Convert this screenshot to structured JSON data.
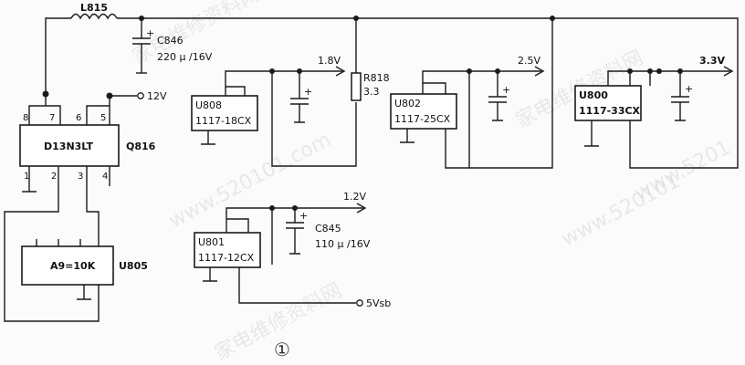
{
  "components": {
    "inductor": "L815",
    "c846": "C846",
    "c846_value": "220 μ /16V",
    "q816": "Q816",
    "q816_part": "D13N3LT",
    "u805": "U805",
    "u805_part": "A9=10K",
    "u808": "U808",
    "u808_part": "1117-18CX",
    "u802": "U802",
    "u802_part": "1117-25CX",
    "u800": "U800",
    "u800_part": "1117-33CX",
    "u801": "U801",
    "u801_part": "1117-12CX",
    "r818": "R818",
    "r818_value": "3.3",
    "c845": "C845",
    "c845_value": "110 μ /16V"
  },
  "pins": [
    "8",
    "7",
    "6",
    "5",
    "1",
    "2",
    "3",
    "4"
  ],
  "rails": {
    "v12": "12V",
    "v18": "1.8V",
    "v25": "2.5V",
    "v33": "3.3V",
    "v12b": "1.2V",
    "v5sb": "5Vsb"
  },
  "capacitor_polarity": "+",
  "figure_number": "①",
  "watermarks": [
    "家电维修资料网",
    "www.520101.com",
    "家电维修资料网",
    "www.520101",
    "家电维修资料网",
    "www.5201"
  ]
}
